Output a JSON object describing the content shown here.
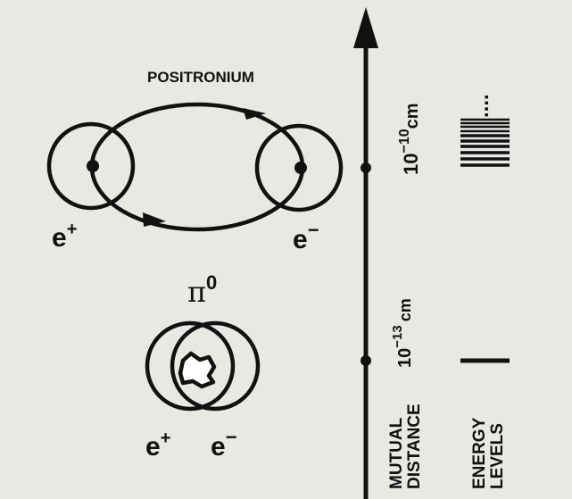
{
  "title": "POSITRONIUM",
  "positronium": {
    "positron_label": "e",
    "positron_sign": "+",
    "electron_label": "e",
    "electron_sign": "−"
  },
  "pion": {
    "label": "π",
    "charge": "0",
    "positron_label": "e",
    "positron_sign": "+",
    "electron_label": "e",
    "electron_sign": "−"
  },
  "axis": {
    "tick_upper_base": "10",
    "tick_upper_exp": "−10",
    "tick_upper_unit": "cm",
    "tick_lower_base": "10",
    "tick_lower_exp": "−13",
    "tick_lower_unit": "cm",
    "label_line1": "MUTUAL",
    "label_line2": "DISTANCE"
  },
  "energy": {
    "dots": "....",
    "label_line1": "ENERGY",
    "label_line2": "LEVELS"
  },
  "colors": {
    "background": "#e9e9e4",
    "ink": "#111111"
  }
}
